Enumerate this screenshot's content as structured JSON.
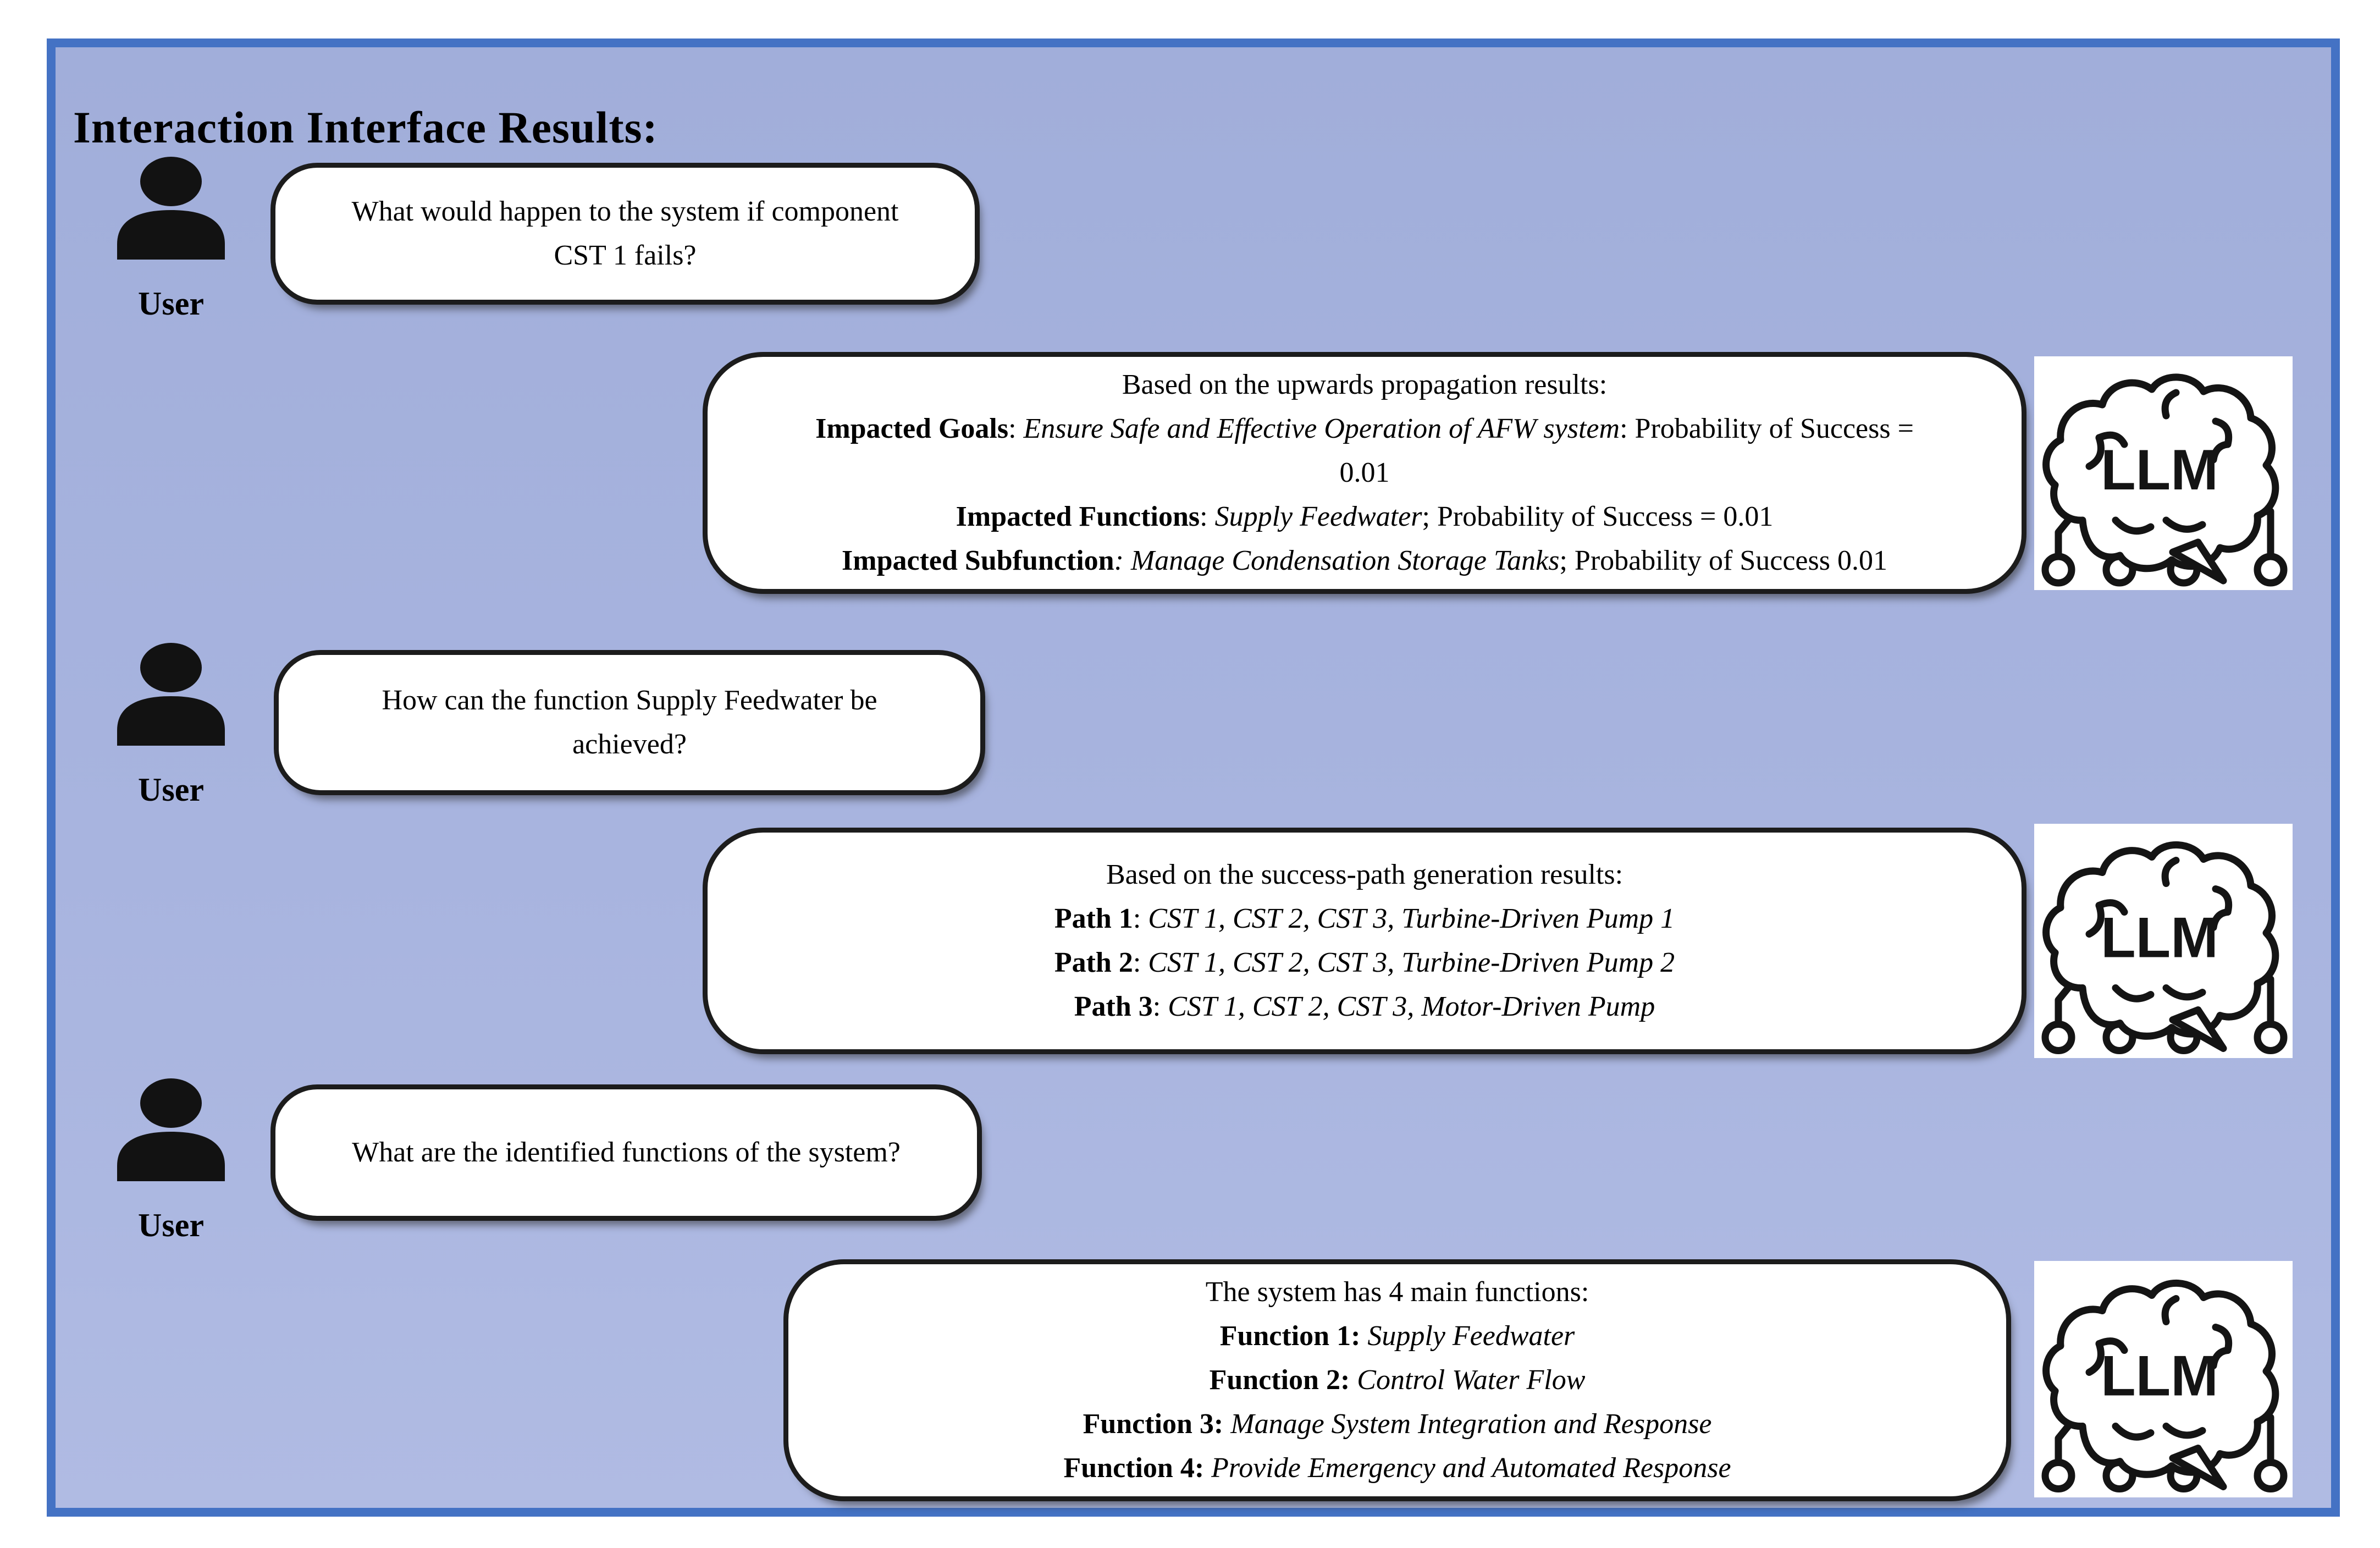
{
  "panel": {
    "title": "Interaction Interface Results:"
  },
  "labels": {
    "user": "User",
    "llm": "LLM"
  },
  "colors": {
    "panel_border": "#4472c4",
    "panel_fill": "#a8b4df",
    "bubble_fill": "#ffffff",
    "bubble_border": "#1c1c1c",
    "icon_color": "#121212"
  },
  "conversation": [
    {
      "role": "user",
      "lines": [
        [
          {
            "t": "What would happen to the system if component"
          }
        ],
        [
          {
            "t": "CST 1 fails?"
          }
        ]
      ]
    },
    {
      "role": "llm",
      "lines": [
        [
          {
            "t": "Based on the upwards propagation results:"
          }
        ],
        [
          {
            "t": "Impacted Goals",
            "b": true
          },
          {
            "t": ": "
          },
          {
            "t": "Ensure Safe and Effective Operation of AFW system",
            "i": true
          },
          {
            "t": ": Probability of Success ="
          }
        ],
        [
          {
            "t": "0.01"
          }
        ],
        [
          {
            "t": "Impacted Functions",
            "b": true
          },
          {
            "t": ": "
          },
          {
            "t": "Supply Feedwater",
            "i": true
          },
          {
            "t": "; Probability of Success =  0.01"
          }
        ],
        [
          {
            "t": "Impacted Subfunction",
            "b": true
          },
          {
            "t": ": ",
            "i": true
          },
          {
            "t": "Manage Condensation Storage Tanks",
            "i": true
          },
          {
            "t": "; Probability of Success 0.01"
          }
        ]
      ]
    },
    {
      "role": "user",
      "lines": [
        [
          {
            "t": "How can the function Supply Feedwater be"
          }
        ],
        [
          {
            "t": "achieved?"
          }
        ]
      ]
    },
    {
      "role": "llm",
      "lines": [
        [
          {
            "t": "Based on the success-path generation results:"
          }
        ],
        [
          {
            "t": "Path 1",
            "b": true
          },
          {
            "t": ": "
          },
          {
            "t": "CST 1, CST 2, CST 3, Turbine-Driven Pump 1",
            "i": true
          }
        ],
        [
          {
            "t": "Path 2",
            "b": true
          },
          {
            "t": ": "
          },
          {
            "t": "CST 1, CST 2, CST 3, Turbine-Driven Pump 2",
            "i": true
          }
        ],
        [
          {
            "t": "Path 3",
            "b": true
          },
          {
            "t": ": "
          },
          {
            "t": "CST 1, CST 2, CST 3, Motor-Driven Pump",
            "i": true
          }
        ]
      ]
    },
    {
      "role": "user",
      "lines": [
        [
          {
            "t": "What are the identified functions of the system?"
          }
        ]
      ]
    },
    {
      "role": "llm",
      "lines": [
        [
          {
            "t": "The system has 4 main functions:"
          }
        ],
        [
          {
            "t": "Function 1:",
            "b": true
          },
          {
            "t": " "
          },
          {
            "t": "Supply Feedwater",
            "i": true
          }
        ],
        [
          {
            "t": "Function 2:",
            "b": true
          },
          {
            "t": " "
          },
          {
            "t": "Control Water Flow",
            "i": true
          }
        ],
        [
          {
            "t": "Function 3:",
            "b": true
          },
          {
            "t": " "
          },
          {
            "t": "Manage System Integration and Response",
            "i": true
          }
        ],
        [
          {
            "t": "Function 4:",
            "b": true
          },
          {
            "t": " "
          },
          {
            "t": "Provide Emergency and Automated Response",
            "i": true
          }
        ]
      ]
    }
  ]
}
